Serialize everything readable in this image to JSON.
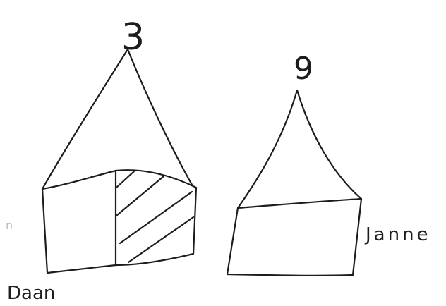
{
  "figures": [
    {
      "id": "daan",
      "top_number": "3",
      "label": "Daan",
      "shaded_fraction_of_base": 0.5
    },
    {
      "id": "janne",
      "top_number": "9",
      "label": "Janne",
      "shaded_fraction_of_base": 0
    }
  ],
  "stroke_color": "#1c1c1c",
  "stray_mark": "n"
}
